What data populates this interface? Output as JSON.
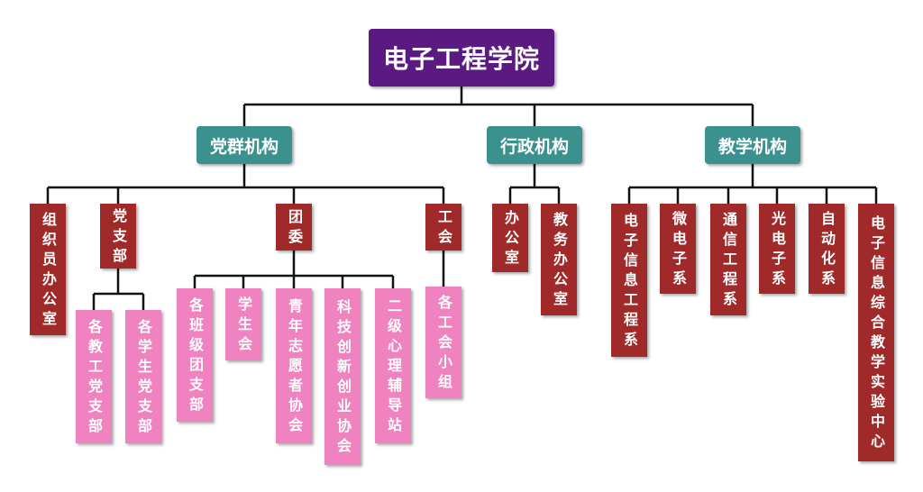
{
  "root": "电子工程学院",
  "groups": [
    "党群机构",
    "行政机构",
    "教学机构"
  ],
  "party": {
    "org": "组织员办公室",
    "branch": "党支部",
    "branch_children": [
      "各教工党支部",
      "各学生党支部"
    ],
    "league": "团委",
    "league_children": [
      "各班级团支部",
      "学生会",
      "青年志愿者协会",
      "科技创新创业协会",
      "二级心理辅导站"
    ],
    "union": "工会",
    "union_children": [
      "各工会小组"
    ]
  },
  "admin": [
    "办公室",
    "教务办公室"
  ],
  "teaching": [
    "电子信息工程系",
    "微电子系",
    "通信工程系",
    "光电子系",
    "自动化系",
    "电子信息综合教学实验中心"
  ]
}
